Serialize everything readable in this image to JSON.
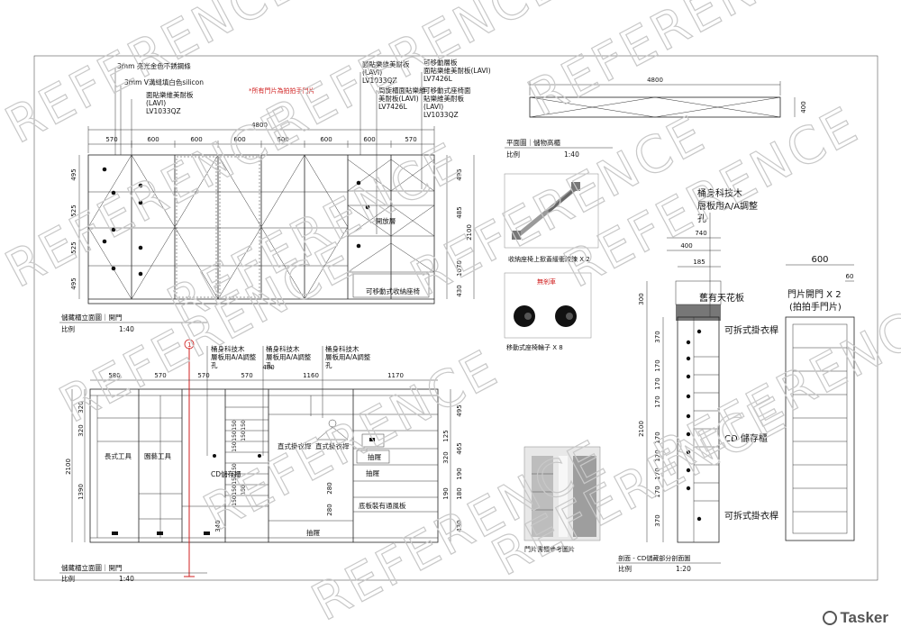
{
  "watermark": "REFERENCE",
  "logo": "Tasker",
  "top_elevation": {
    "callouts_left": [
      "3mm 亮光金色不銹鋼條",
      "3mm V溝縫填白色silicon",
      "面貼樂維美耐板",
      "(LAVI)",
      "LV1033QZ"
    ],
    "callouts_right_a": [
      "面貼樂維美耐板",
      "(LAVI)",
      "LV1033QZ"
    ],
    "callouts_right_b": [
      "周旋櫃面貼樂維",
      "美耐板(LAVI)",
      "LV7426L"
    ],
    "callouts_right_c": [
      "可移動層板",
      "面貼樂維美耐板(LAVI)",
      "LV7426L",
      "可移動式座椅面",
      "貼樂維美耐板",
      "(LAVI)",
      "LV1033QZ"
    ],
    "note": "*所有門片為拍拍手門片",
    "overall_width": "4800",
    "top_dims": [
      "570",
      "600",
      "600",
      "600",
      "600",
      "600",
      "600",
      "570"
    ],
    "left_dims": [
      "495",
      "525",
      "525",
      "495"
    ],
    "right_dims": [
      "495",
      "485",
      "1070",
      "430"
    ],
    "right_total": "2100",
    "inner_labels": [
      "開放層",
      "可移動式收納座椅"
    ],
    "title": "儲藏櫃立面圖｜開門",
    "scale_label": "比例",
    "scale": "1:40"
  },
  "plan": {
    "width": "4800",
    "depth": "400",
    "title": "平面圖｜儲物高櫃",
    "scale_label": "比例",
    "scale": "1:40"
  },
  "photos": {
    "hinge_caption": "收納座椅上掀蓋緩衝絞鍊 X 2",
    "wheel_tag": "無剎車",
    "wheel_caption": "移動式座椅輪子 X 8",
    "cabinet_caption": "門片書櫃參考圖片"
  },
  "bottom_elevation": {
    "callout_groups": [
      [
        "桶身科技木",
        "層板用A/A調整",
        "孔"
      ],
      [
        "桶身科技木",
        "層板用A/A調整",
        "孔"
      ],
      [
        "桶身科技木",
        "層板用A/A調整",
        "孔"
      ]
    ],
    "top_dims": [
      "580",
      "570",
      "570",
      "570",
      "1160",
      "1170"
    ],
    "sub_dim": "480",
    "left_dims": [
      "320",
      "320",
      "1390"
    ],
    "left_total": "2100",
    "right_dims": [
      "495",
      "125",
      "465",
      "320",
      "190",
      "180",
      "190",
      "430"
    ],
    "cd_dims": [
      "150",
      "150",
      "150",
      "150",
      "150",
      "150",
      "150",
      "150",
      "150",
      "150"
    ],
    "inner_dims": [
      "280",
      "280",
      "340"
    ],
    "labels": [
      "長式工具",
      "園藝工具",
      "CD儲存櫃",
      "直式掛衣桿",
      "直式掛衣桿",
      "抽屜",
      "底板裝有通風板",
      "抽屜",
      "抽屜"
    ],
    "marker": "1",
    "title": "儲藏櫃立面圖｜開門",
    "scale_label": "比例",
    "scale": "1:40"
  },
  "section": {
    "callout": [
      "桶身科技木",
      "層板用A/A調整",
      "孔"
    ],
    "depth_dims": [
      "740",
      "400",
      "185"
    ],
    "ceiling": "舊有天花板",
    "height_dims": [
      "300",
      "370",
      "170",
      "170",
      "170",
      "170",
      "170",
      "170",
      "170",
      "370"
    ],
    "total_height": "2100",
    "labels": [
      "可拆式掛衣桿",
      "CD 儲存櫃",
      "可拆式掛衣桿"
    ],
    "title": "剖面 - CD儲藏部分剖面圖",
    "scale_label": "比例",
    "scale": "1:20"
  },
  "door": {
    "width": "600",
    "side": "60",
    "title": "門片開門 X 2",
    "subtitle": "(拍拍手門片)"
  }
}
